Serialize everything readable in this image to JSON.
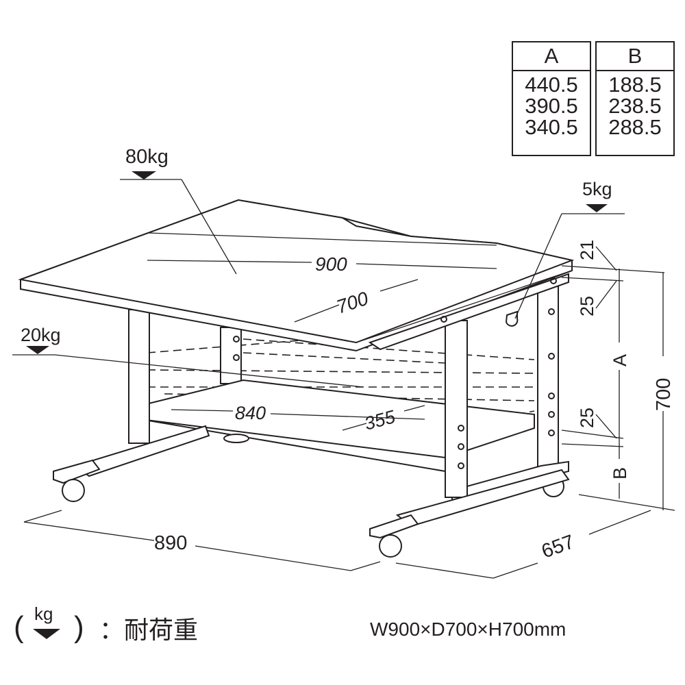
{
  "table": {
    "columns": [
      {
        "header": "A",
        "values": [
          "440.5",
          "390.5",
          "340.5"
        ]
      },
      {
        "header": "B",
        "values": [
          "188.5",
          "238.5",
          "288.5"
        ]
      }
    ]
  },
  "loads": {
    "top": "80kg",
    "hook": "5kg",
    "shelf": "20kg"
  },
  "dimensions": {
    "top_width": "900",
    "top_depth": "700",
    "shelf_width": "840",
    "shelf_depth": "355",
    "base_width": "890",
    "base_depth": "657",
    "height": "700",
    "top_offset": "21",
    "top_thickness": "25",
    "shelf_thickness": "25",
    "label_a": "A",
    "label_b": "B"
  },
  "legend": {
    "unit": "kg",
    "text": "：耐荷重"
  },
  "spec": "W900×D700×H700mm"
}
